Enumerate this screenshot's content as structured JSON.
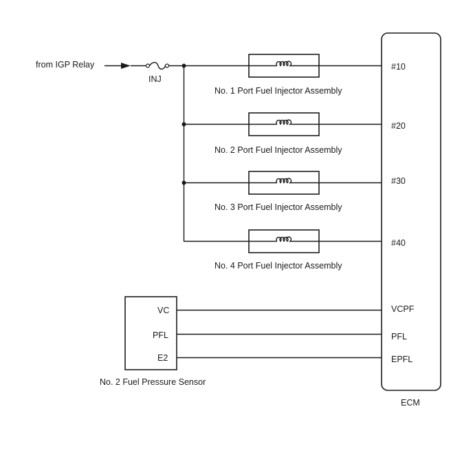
{
  "source": {
    "label": "from IGP Relay"
  },
  "fuse": {
    "label": "INJ"
  },
  "injectors": [
    {
      "label": "No. 1 Port Fuel Injector Assembly",
      "terminal": "#10"
    },
    {
      "label": "No. 2 Port Fuel Injector Assembly",
      "terminal": "#20"
    },
    {
      "label": "No. 3 Port Fuel Injector Assembly",
      "terminal": "#30"
    },
    {
      "label": "No. 4 Port Fuel Injector Assembly",
      "terminal": "#40"
    }
  ],
  "sensor": {
    "label": "No. 2 Fuel Pressure Sensor",
    "pins": [
      "VC",
      "PFL",
      "E2"
    ]
  },
  "ecm": {
    "label": "ECM",
    "sensor_terminals": [
      "VCPF",
      "PFL",
      "EPFL"
    ]
  }
}
